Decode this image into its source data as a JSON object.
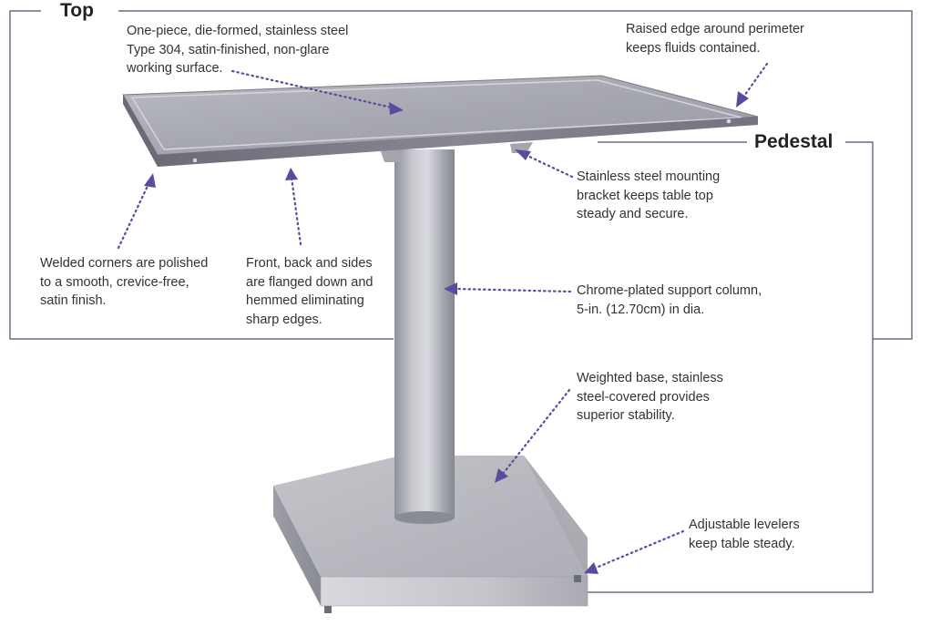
{
  "sections": {
    "top": "Top",
    "pedestal": "Pedestal"
  },
  "callouts": {
    "surface": [
      "One-piece, die-formed, stainless steel",
      "Type 304, satin-finished, non-glare",
      "working surface."
    ],
    "raised_edge": [
      "Raised edge around perimeter",
      "keeps fluids contained."
    ],
    "bracket": [
      "Stainless steel mounting",
      "bracket keeps table top",
      "steady and secure."
    ],
    "corners": [
      "Welded corners are polished",
      "to a smooth, crevice-free,",
      "satin finish."
    ],
    "flanged": [
      "Front, back and sides",
      "are flanged down and",
      "hemmed eliminating",
      "sharp edges."
    ],
    "column": [
      "Chrome-plated support column,",
      "5-in. (12.70cm) in dia."
    ],
    "base": [
      "Weighted base, stainless",
      "steel-covered  provides",
      "superior stability."
    ],
    "levelers": [
      "Adjustable  levelers",
      "keep table steady."
    ]
  },
  "colors": {
    "frame": "#4a4f6a",
    "arrow": "#5a4aa0",
    "steel_light": "#cfd0d6",
    "steel_dark": "#8c8e97"
  }
}
